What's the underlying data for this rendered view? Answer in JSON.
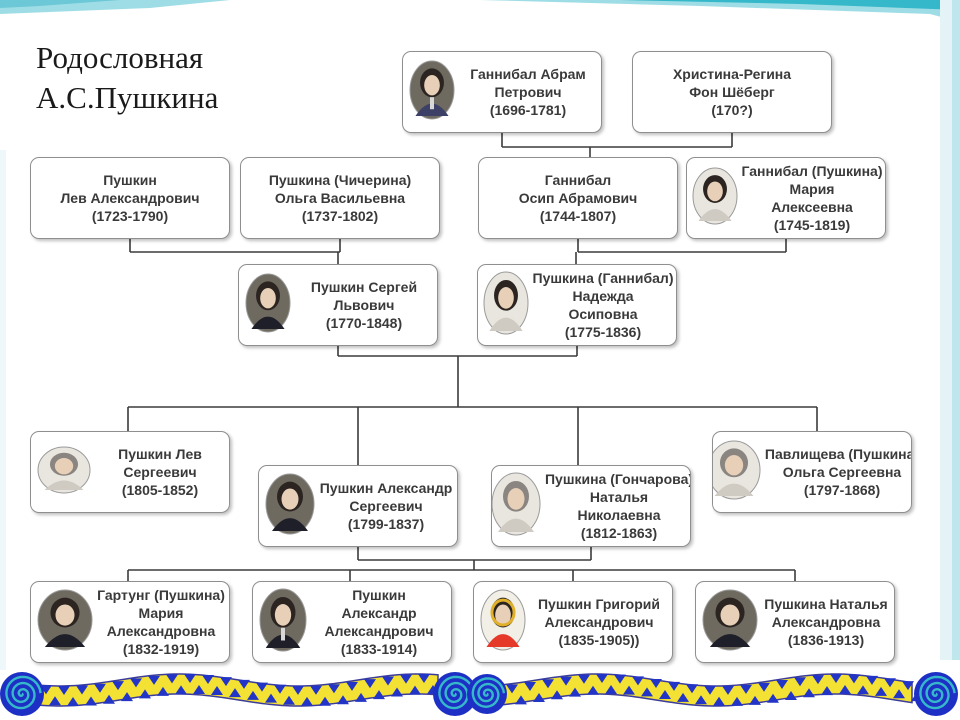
{
  "title": [
    "Родословная",
    "А.С.Пушкина"
  ],
  "colors": {
    "ribbon": "#f3e233",
    "ribbon_outline": "#3c3c9c",
    "triangles": "#2235c6",
    "spiral": "#1d2fc4",
    "teal": "#35b8c9",
    "box_border": "#8f8f8f",
    "connector": "#3b3b3b"
  },
  "people": [
    {
      "id": "abram",
      "lines": [
        "Ганнибал Абрам",
        "Петрович",
        "(1696-1781)"
      ],
      "portrait": true,
      "portrait_name": "abram-portrait-icon"
    },
    {
      "id": "christina",
      "lines": [
        "Христина-Регина",
        "Фон Шёберг",
        "(170?)"
      ],
      "portrait": false
    },
    {
      "id": "lev_a",
      "lines": [
        "Пушкин",
        "Лев Александрович",
        "(1723-1790)"
      ],
      "portrait": false
    },
    {
      "id": "olga_v",
      "lines": [
        "Пушкина (Чичерина)",
        "Ольга Васильевна",
        "(1737-1802)"
      ],
      "portrait": false
    },
    {
      "id": "osip",
      "lines": [
        "Ганнибал",
        "Осип Абрамович",
        "(1744-1807)"
      ],
      "portrait": false
    },
    {
      "id": "maria_a",
      "lines": [
        "Ганнибал (Пушкина)",
        "Мария",
        "Алексеевна",
        "(1745-1819)"
      ],
      "portrait": true,
      "portrait_name": "maria-alekseevna-portrait-icon"
    },
    {
      "id": "sergey",
      "lines": [
        "Пушкин Сергей",
        "Львович",
        "(1770-1848)"
      ],
      "portrait": true,
      "portrait_name": "sergey-portrait-icon"
    },
    {
      "id": "nadezhda",
      "lines": [
        "Пушкина (Ганнибал)",
        "Надежда",
        "Осиповна",
        "(1775-1836)"
      ],
      "portrait": true,
      "portrait_name": "nadezhda-portrait-icon"
    },
    {
      "id": "lev_s",
      "lines": [
        "Пушкин Лев",
        "Сергеевич",
        "(1805-1852)"
      ],
      "portrait": true,
      "portrait_name": "lev-sergeevich-portrait-icon"
    },
    {
      "id": "alexander",
      "lines": [
        "Пушкин Александр",
        "Сергеевич",
        "(1799-1837)"
      ],
      "portrait": true,
      "portrait_name": "alexander-pushkin-portrait-icon"
    },
    {
      "id": "natalia_n",
      "lines": [
        "Пушкина (Гончарова)",
        "Наталья",
        "Николаевна",
        "(1812-1863)"
      ],
      "portrait": true,
      "portrait_name": "natalia-nikolaevna-portrait-icon"
    },
    {
      "id": "olga_s",
      "lines": [
        "Павлищева (Пушкина)",
        "Ольга Сергеевна",
        "(1797-1868)"
      ],
      "portrait": true,
      "portrait_name": "olga-sergeevna-portrait-icon"
    },
    {
      "id": "maria_al",
      "lines": [
        "Гартунг (Пушкина)",
        "Мария",
        "Александровна",
        "(1832-1919)"
      ],
      "portrait": true,
      "portrait_name": "maria-aleksandrovna-portrait-icon"
    },
    {
      "id": "alexander_al",
      "lines": [
        "Пушкин",
        "Александр",
        "Александрович",
        "(1833-1914)"
      ],
      "portrait": true,
      "portrait_name": "alexander-aleksandrovich-portrait-icon"
    },
    {
      "id": "grigory",
      "lines": [
        "Пушкин Григорий",
        "Александрович",
        "(1835-1905))"
      ],
      "portrait": true,
      "portrait_name": "grigory-portrait-icon"
    },
    {
      "id": "natalia_al",
      "lines": [
        "Пушкина Наталья",
        "Александровна",
        "(1836-1913)"
      ],
      "portrait": true,
      "portrait_name": "natalia-aleksandrovna-portrait-icon"
    }
  ],
  "relations": [
    {
      "parents": [
        "abram",
        "christina"
      ],
      "children": [
        "osip"
      ]
    },
    {
      "parents": [
        "lev_a",
        "olga_v"
      ],
      "children": [
        "sergey"
      ]
    },
    {
      "parents": [
        "osip",
        "maria_a"
      ],
      "children": [
        "nadezhda"
      ]
    },
    {
      "parents": [
        "sergey",
        "nadezhda"
      ],
      "children": [
        "lev_s",
        "alexander",
        "natalia_n",
        "olga_s"
      ]
    },
    {
      "parents": [
        "alexander",
        "natalia_n"
      ],
      "children": [
        "maria_al",
        "alexander_al",
        "grigory",
        "natalia_al"
      ]
    }
  ]
}
